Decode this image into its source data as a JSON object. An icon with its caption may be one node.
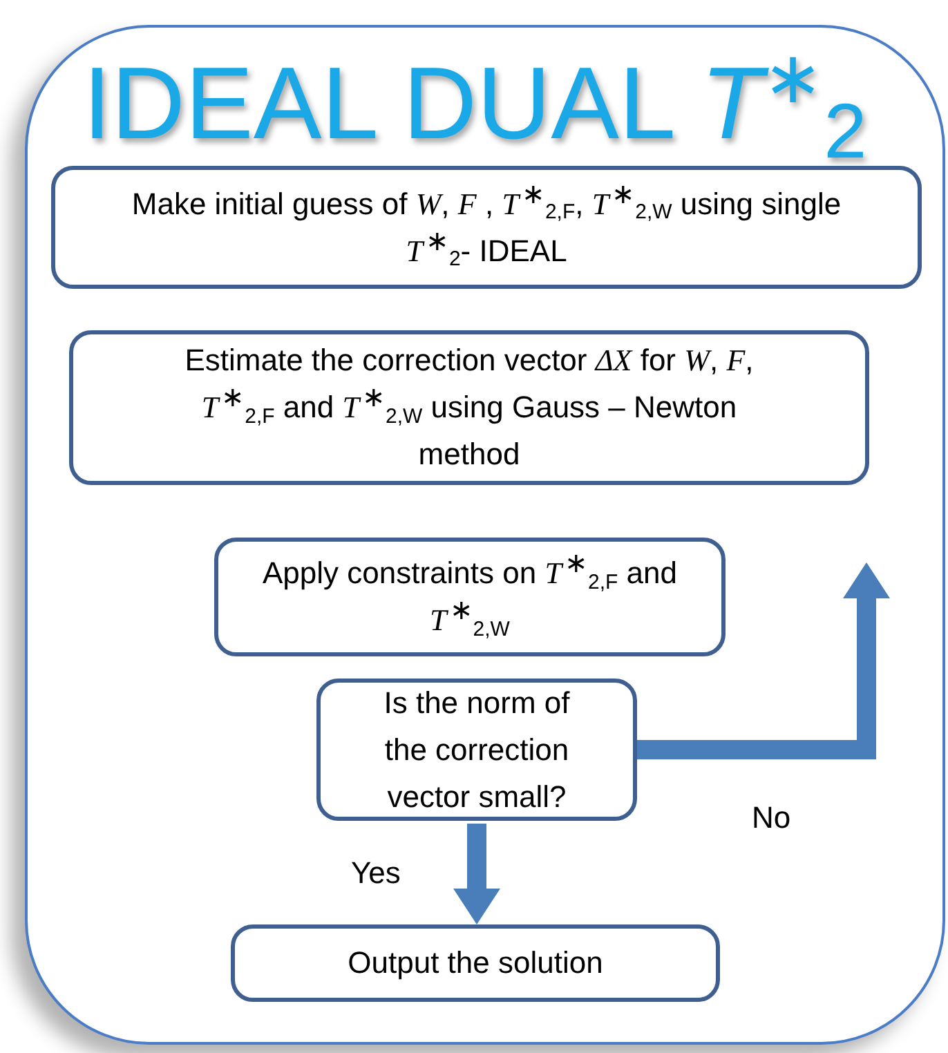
{
  "diagram": {
    "nodes": [
      {
        "text": [
          "IDEAL DUAL *T*$^{∗}$$_{2}$"
        ]
      },
      {
        "text": [
          "Make initial guess of *W*, *F* , *T*$^{∗}$$_{2,F}$, *T*$^{∗}$$_{2,W}$ using single *T*$^{∗}$$_{2}$- IDEAL"
        ],
        "in": 0
      },
      {
        "text": [
          "Estimate the correction vector *ΔX* for *W*, *F*, *T*$^{∗}$$_{2,F}$ and *T*$^{∗}$$_{2,W}$ using Gauss – Newton method"
        ],
        "in": 0
      },
      {
        "text": [
          "Apply constraints on *T*$^{∗}$$_{2,F}$ and *T*$^{∗}$$_{2,W}$"
        ],
        "in": 0
      },
      {
        "text": [
          "Is the norm of the correction vector small?"
        ],
        "in": 0
      },
      {
        "text": [
          "Output the solution"
        ],
        "in": 0
      }
    ],
    "edges": [
      {
        "from": 4,
        "to": 5,
        "arrow": "to",
        "label": "Yes"
      },
      {
        "from": 4,
        "to": null,
        "arrow": "to",
        "label": "No"
      }
    ]
  }
}
